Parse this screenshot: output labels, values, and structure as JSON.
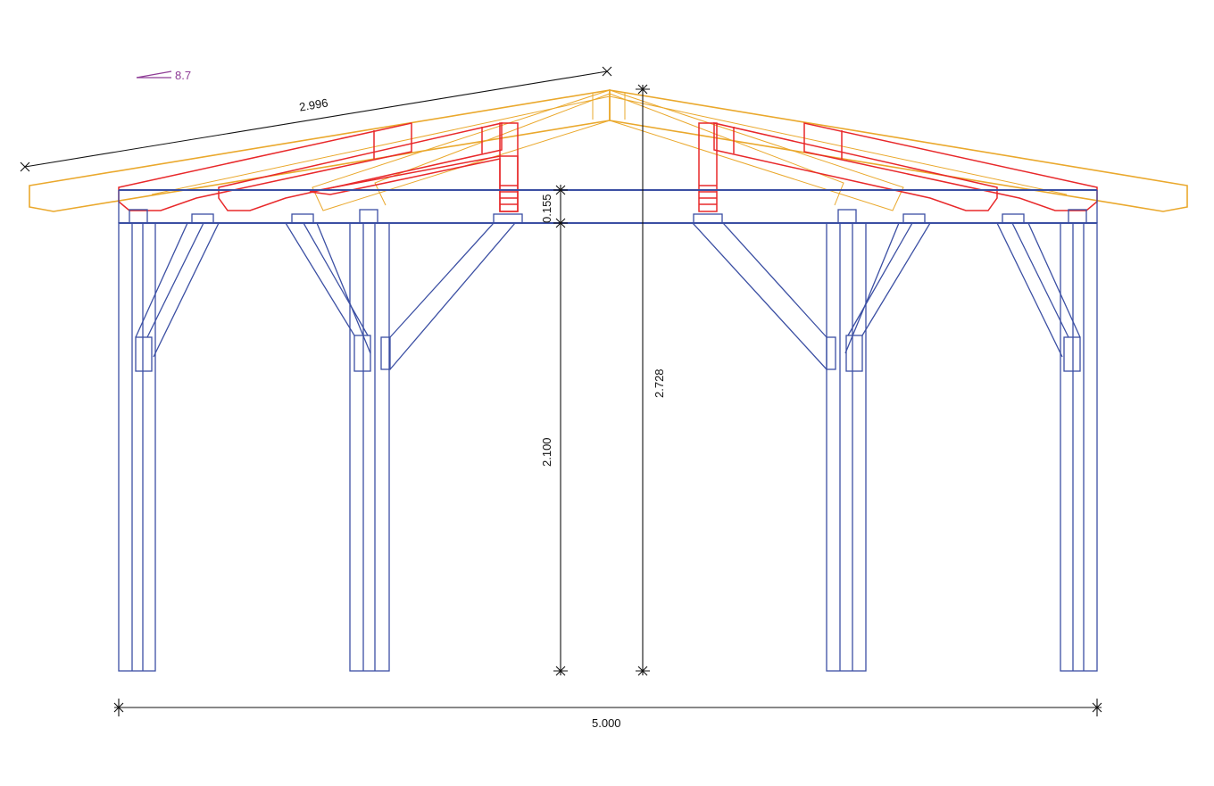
{
  "drawing": {
    "roof_pitch_label": "8.7",
    "dimensions": {
      "rafter_length": "2.996",
      "plate_height": "0.155",
      "post_height": "2.100",
      "ridge_height": "2.728",
      "total_width": "5.000"
    },
    "colors": {
      "posts_and_plates": "#3b4fa3",
      "rafters": "#eaa82c",
      "purlins": "#e8282a",
      "pitch_marker": "#8e3c96",
      "dimension_lines": "#111111"
    }
  }
}
